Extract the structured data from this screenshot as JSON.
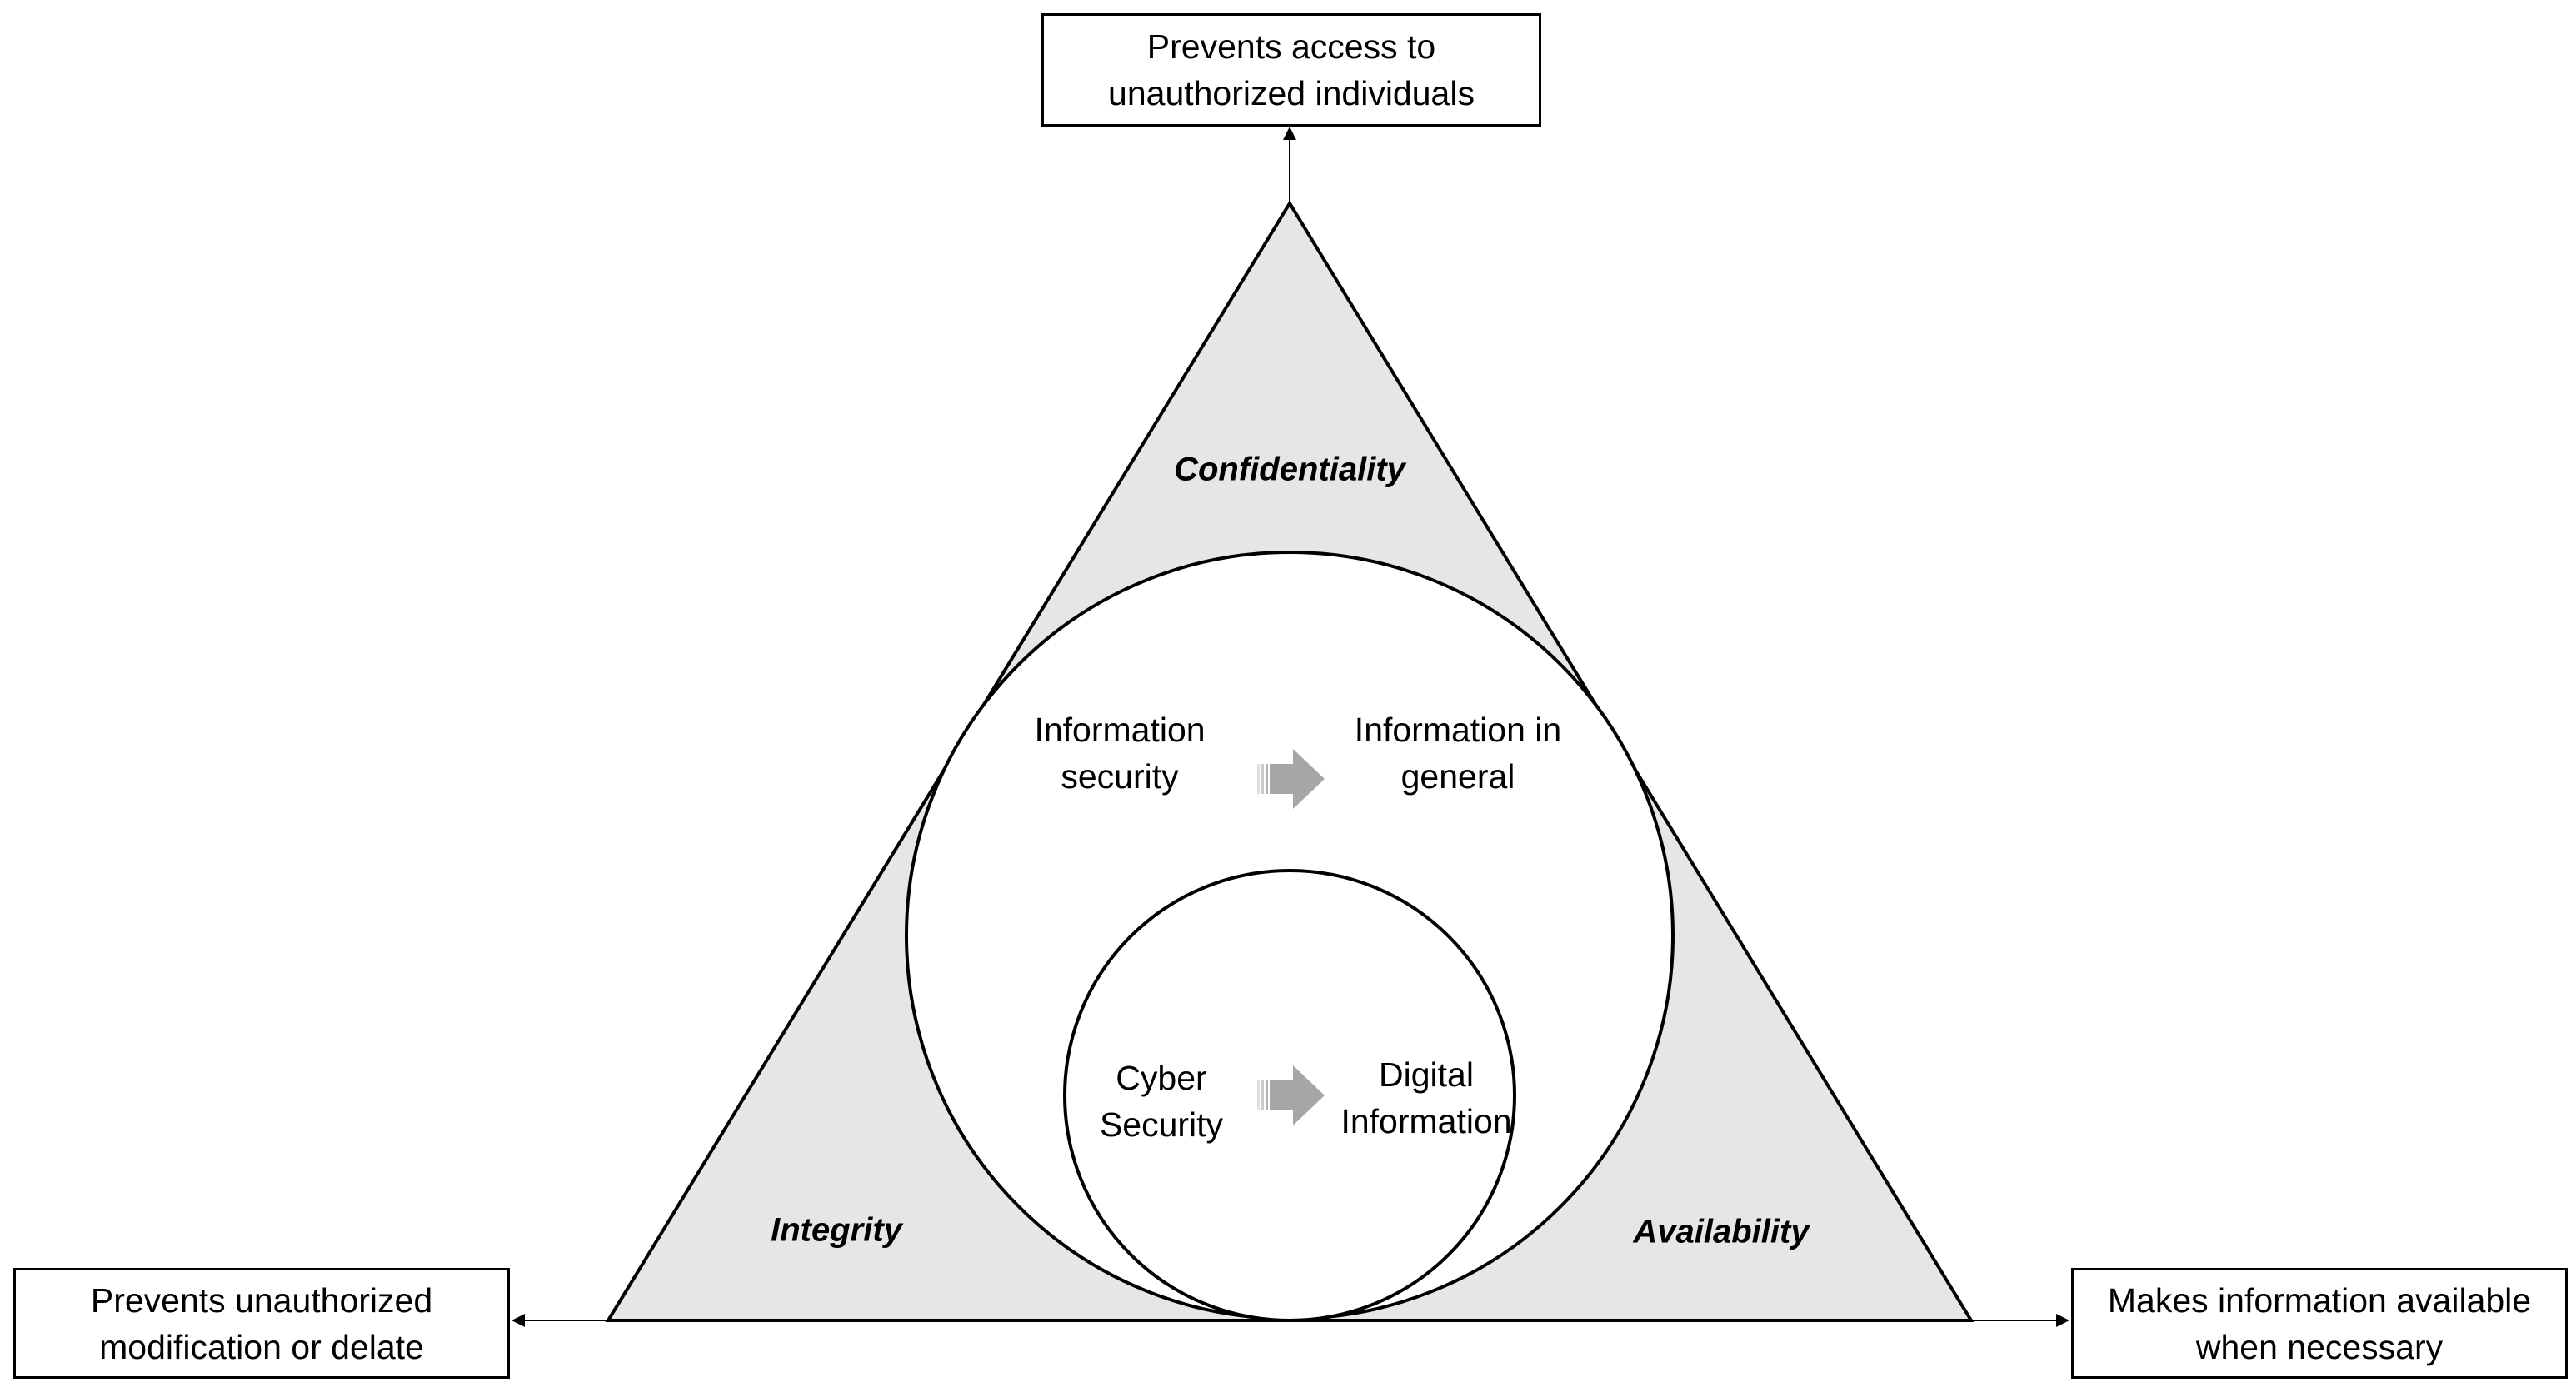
{
  "boxes": {
    "top": {
      "line1": "Prevents access to",
      "line2": "unauthorized individuals"
    },
    "left": {
      "line1": "Prevents unauthorized",
      "line2": "modification or delate"
    },
    "right": {
      "line1": "Makes information available",
      "line2": "when necessary"
    }
  },
  "triangle": {
    "top_label": "Confidentiality",
    "left_label": "Integrity",
    "right_label": "Availability"
  },
  "outer_circle": {
    "left_text": {
      "line1": "Information",
      "line2": "security"
    },
    "right_text": {
      "line1": "Information in",
      "line2": "general"
    }
  },
  "inner_circle": {
    "left_text": {
      "line1": "Cyber",
      "line2": "Security"
    },
    "right_text": {
      "line1": "Digital",
      "line2": "Information"
    }
  },
  "colors": {
    "triangle_fill": "#e6e6e6",
    "stroke": "#000000",
    "arrow_fill": "#a6a6a6",
    "background": "#ffffff"
  }
}
